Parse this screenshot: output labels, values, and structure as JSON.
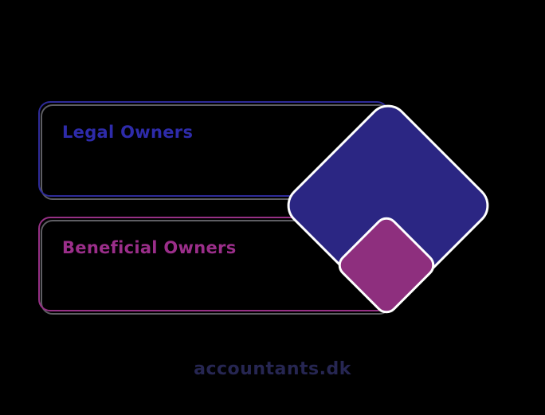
{
  "canvas": {
    "background_color": "#000000"
  },
  "boxes": [
    {
      "label": "Legal Owners",
      "text_color": "#2e2baa",
      "border_color": "#2e2b99"
    },
    {
      "label": "Beneficial Owners",
      "text_color": "#9b2e8a",
      "border_color": "#963085"
    }
  ],
  "diagram": {
    "large_diamond_color": "#2b2683",
    "small_diamond_color": "#8e2f7e",
    "diamond_outline_color": "#ffffff",
    "box_shadow_color": "#6e6e74"
  },
  "footer": {
    "brand_text": "accountants.dk",
    "text_color": "#262652"
  }
}
